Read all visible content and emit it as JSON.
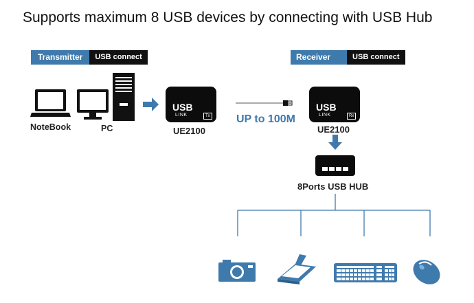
{
  "headline": "Supports maximum 8 USB devices by connecting with USB Hub",
  "transmitter": {
    "tag_label": "Transmitter",
    "tag_sublabel": "USB connect",
    "notebook_label": "NoteBook",
    "pc_label": "PC",
    "device": {
      "brand": "USB",
      "sub": "LINK",
      "badge": "Tx",
      "model": "UE2100"
    }
  },
  "cable": {
    "label": "UP to 100M"
  },
  "receiver": {
    "tag_label": "Receiver",
    "tag_sublabel": "USB connect",
    "device": {
      "brand": "USB",
      "sub": "LINK",
      "badge": "Rx",
      "model": "UE2100"
    }
  },
  "hub": {
    "label": "8Ports USB HUB"
  },
  "peripherals": [
    "camera-icon",
    "scanner-icon",
    "keyboard-icon",
    "mouse-icon"
  ],
  "colors": {
    "accent": "#3f7aad",
    "dark": "#111111"
  }
}
